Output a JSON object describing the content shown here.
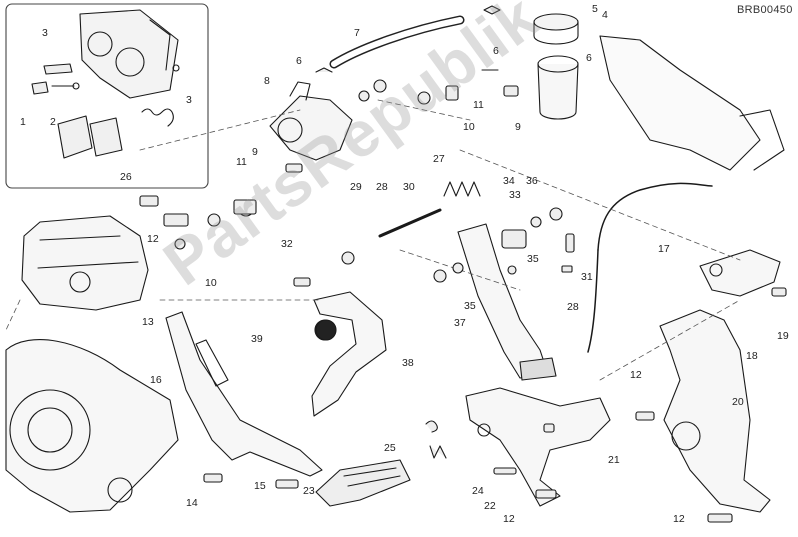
{
  "diagram": {
    "code": "BRB00450",
    "watermark": "PartsRepublik",
    "callouts": [
      {
        "id": "c3a",
        "text": "3"
      },
      {
        "id": "c1",
        "text": "1"
      },
      {
        "id": "c2",
        "text": "2"
      },
      {
        "id": "c3b",
        "text": "3"
      },
      {
        "id": "c26",
        "text": "26"
      },
      {
        "id": "c7",
        "text": "7"
      },
      {
        "id": "c6a",
        "text": "6"
      },
      {
        "id": "c6b",
        "text": "6"
      },
      {
        "id": "c6c",
        "text": "6"
      },
      {
        "id": "c5",
        "text": "5"
      },
      {
        "id": "c4",
        "text": "4"
      },
      {
        "id": "c8",
        "text": "8"
      },
      {
        "id": "c10a",
        "text": "10"
      },
      {
        "id": "c11a",
        "text": "11"
      },
      {
        "id": "c9a",
        "text": "9"
      },
      {
        "id": "c9b",
        "text": "9"
      },
      {
        "id": "c11b",
        "text": "11"
      },
      {
        "id": "c12a",
        "text": "12"
      },
      {
        "id": "c10b",
        "text": "10"
      },
      {
        "id": "c27",
        "text": "27"
      },
      {
        "id": "c29",
        "text": "29"
      },
      {
        "id": "c28a",
        "text": "28"
      },
      {
        "id": "c30",
        "text": "30"
      },
      {
        "id": "c34",
        "text": "34"
      },
      {
        "id": "c36",
        "text": "36"
      },
      {
        "id": "c33",
        "text": "33"
      },
      {
        "id": "c17",
        "text": "17"
      },
      {
        "id": "c32",
        "text": "32"
      },
      {
        "id": "c35a",
        "text": "35"
      },
      {
        "id": "c31",
        "text": "31"
      },
      {
        "id": "c28b",
        "text": "28"
      },
      {
        "id": "c35b",
        "text": "35"
      },
      {
        "id": "c37",
        "text": "37"
      },
      {
        "id": "c13",
        "text": "13"
      },
      {
        "id": "c39",
        "text": "39"
      },
      {
        "id": "c38",
        "text": "38"
      },
      {
        "id": "c18",
        "text": "18"
      },
      {
        "id": "c19",
        "text": "19"
      },
      {
        "id": "c16",
        "text": "16"
      },
      {
        "id": "c15",
        "text": "15"
      },
      {
        "id": "c12b",
        "text": "12"
      },
      {
        "id": "c20",
        "text": "20"
      },
      {
        "id": "c25",
        "text": "25"
      },
      {
        "id": "c21",
        "text": "21"
      },
      {
        "id": "c23",
        "text": "23"
      },
      {
        "id": "c24",
        "text": "24"
      },
      {
        "id": "c22",
        "text": "22"
      },
      {
        "id": "c14",
        "text": "14"
      },
      {
        "id": "c12c",
        "text": "12"
      },
      {
        "id": "c12d",
        "text": "12"
      }
    ]
  }
}
